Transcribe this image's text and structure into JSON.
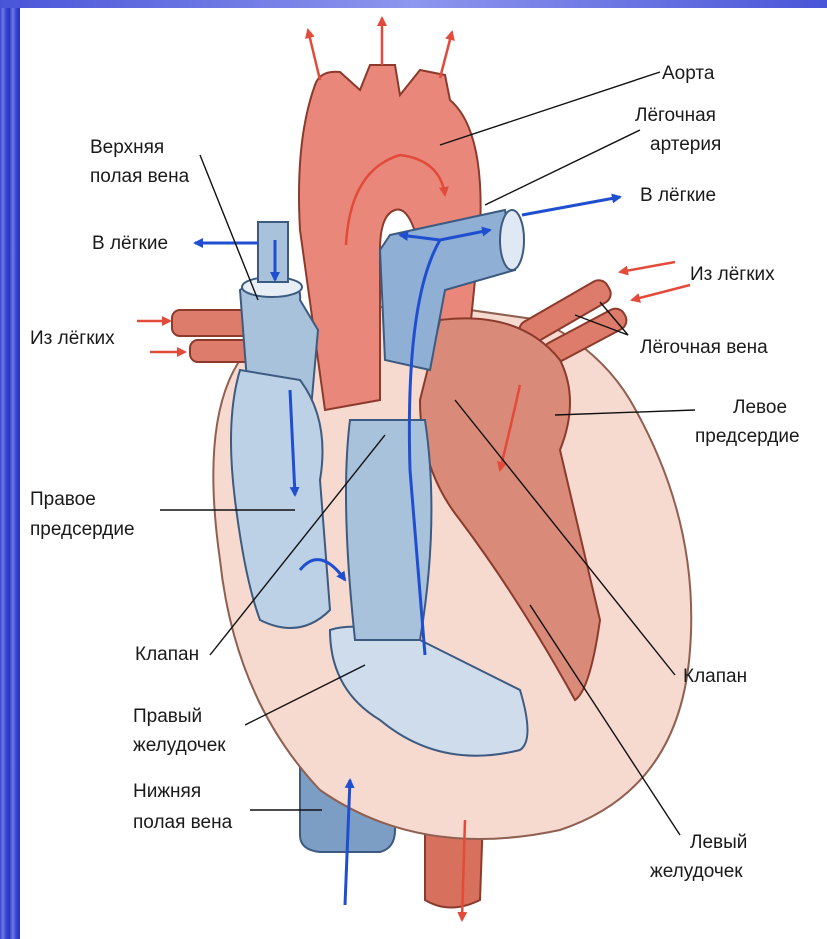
{
  "labels": {
    "aorta": "Аорта",
    "pulmonary_artery_1": "Лёгочная",
    "pulmonary_artery_2": "артерия",
    "superior_vena_cava_1": "Верхняя",
    "superior_vena_cava_2": "полая вена",
    "to_lungs_left": "В лёгкие",
    "to_lungs_right": "В лёгкие",
    "from_lungs_left": "Из лёгких",
    "from_lungs_right": "Из лёгких",
    "pulmonary_vein": "Лёгочная вена",
    "left_atrium_1": "Левое",
    "left_atrium_2": "предсердие",
    "right_atrium_1": "Правое",
    "right_atrium_2": "предсердие",
    "valve_left": "Клапан",
    "valve_right": "Клапан",
    "right_ventricle_1": "Правый",
    "right_ventricle_2": "желудочек",
    "inferior_vena_cava_1": "Нижняя",
    "inferior_vena_cava_2": "полая вена",
    "left_ventricle_1": "Левый",
    "left_ventricle_2": "желудочек"
  },
  "colors": {
    "oxygenated": "#e9877a",
    "deoxygenated": "#a9c2dc",
    "venous_arrow": "#1f4fd0",
    "arterial_arrow": "#e24a3a",
    "heart_wall": "#f6d9cf",
    "muscle": "#d98a78"
  }
}
